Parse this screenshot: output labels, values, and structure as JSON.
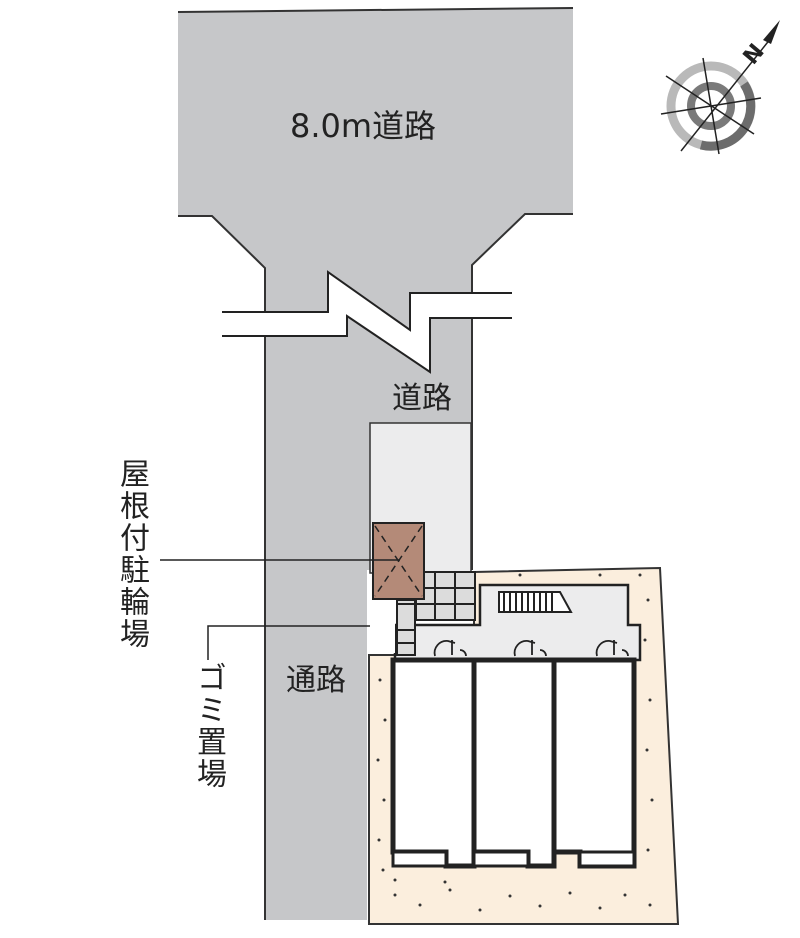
{
  "diagram": {
    "type": "site-plan",
    "labels": {
      "main_road": "8.0m道路",
      "access_road": "道路",
      "passage": "通路",
      "covered_bicycle_parking": "屋根付駐輪場",
      "garbage_area": "ゴミ置場"
    },
    "compass": {
      "north_label": "N",
      "icon": "north-arrow-compass"
    },
    "units": {
      "count": 3
    },
    "colors": {
      "road": "#c6c7c9",
      "site_ground": "#fbeedd",
      "courtyard": "#ececed",
      "bicycle_roof": "#b48a78",
      "line": "#222222"
    }
  }
}
